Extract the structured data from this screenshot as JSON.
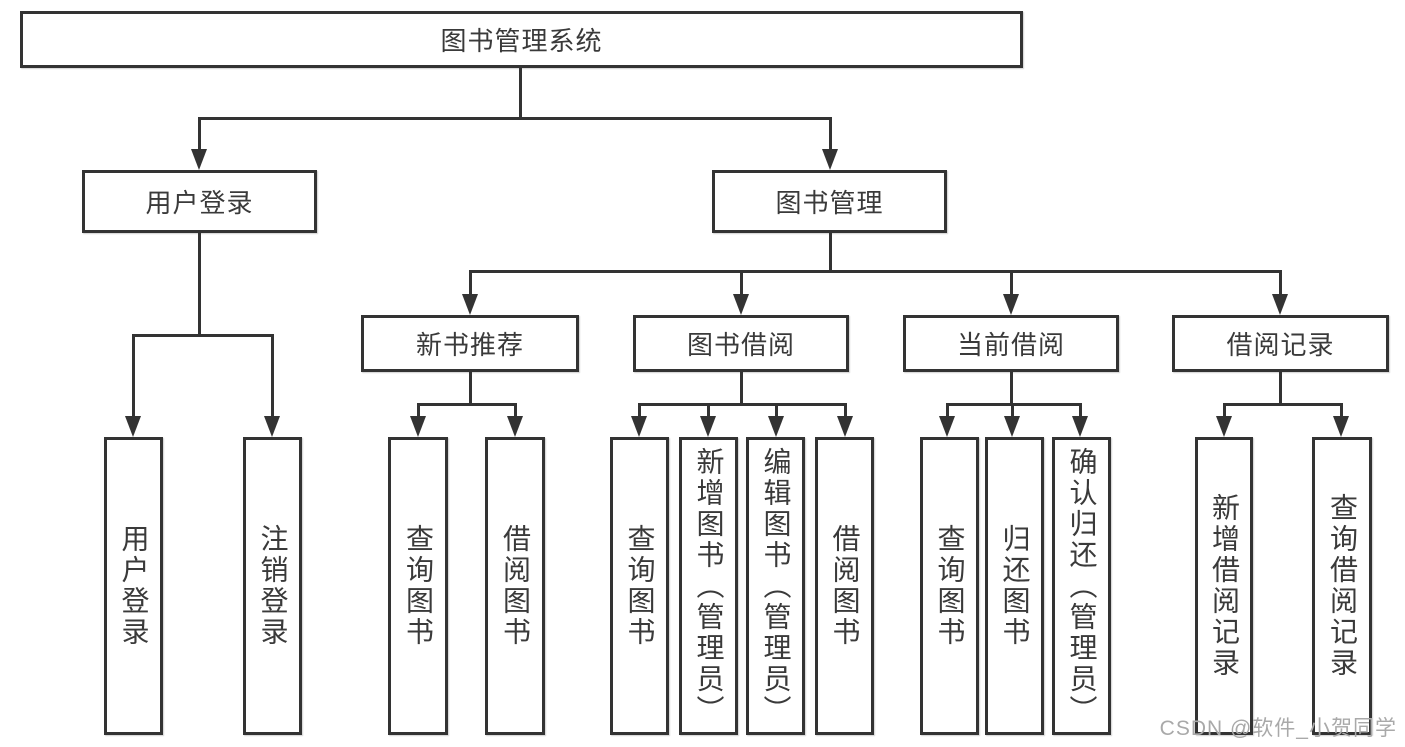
{
  "diagram": {
    "title": "图书管理系统",
    "root": {
      "label": "图书管理系统"
    },
    "branches": [
      {
        "label": "用户登录",
        "children": [
          {
            "label": "用户登录"
          },
          {
            "label": "注销登录"
          }
        ]
      },
      {
        "label": "图书管理",
        "children": [
          {
            "label": "新书推荐",
            "children": [
              {
                "label": "查询图书"
              },
              {
                "label": "借阅图书"
              }
            ]
          },
          {
            "label": "图书借阅",
            "children": [
              {
                "label": "查询图书"
              },
              {
                "label": "新增图书（管理员）"
              },
              {
                "label": "编辑图书（管理员）"
              },
              {
                "label": "借阅图书"
              }
            ]
          },
          {
            "label": "当前借阅",
            "children": [
              {
                "label": "查询图书"
              },
              {
                "label": "归还图书"
              },
              {
                "label": "确认归还（管理员）"
              }
            ]
          },
          {
            "label": "借阅记录",
            "children": [
              {
                "label": "新增借阅记录"
              },
              {
                "label": "查询借阅记录"
              }
            ]
          }
        ]
      }
    ]
  },
  "watermark": {
    "text": "CSDN @软件_小贺同学"
  },
  "colors": {
    "line": "#333333",
    "text": "#3a3a3a",
    "box_background": "#ffffff",
    "page_background": "#ffffff",
    "watermark": "#a9a9a9"
  }
}
